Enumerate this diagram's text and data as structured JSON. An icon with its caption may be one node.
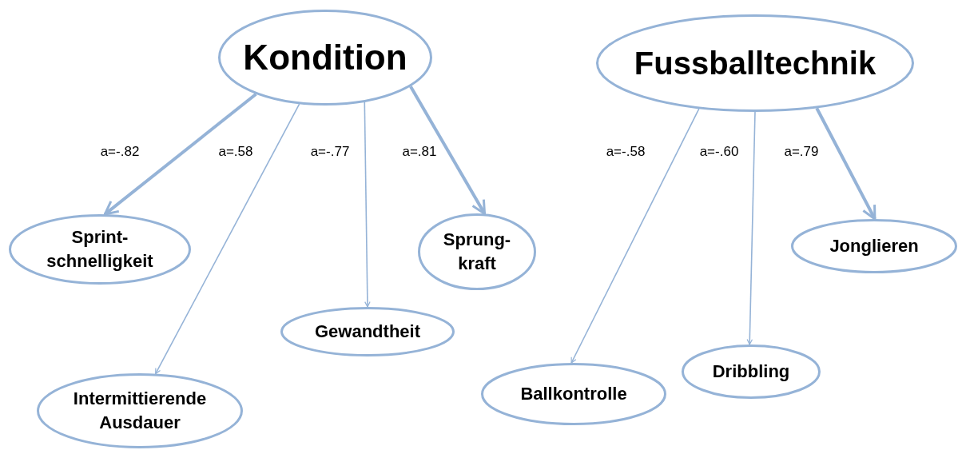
{
  "diagram": {
    "nodes": [
      {
        "text": [
          "Kondition"
        ]
      },
      {
        "text": [
          "Fussballtechnik"
        ]
      },
      {
        "text": [
          "Sprint- schnelligkeit"
        ]
      },
      {
        "text": [
          "Intermittierende Ausdauer"
        ]
      },
      {
        "text": [
          "Gewandtheit"
        ]
      },
      {
        "text": [
          "Sprung- kraft"
        ]
      },
      {
        "text": [
          "Ballkontrolle"
        ]
      },
      {
        "text": [
          "Dribbling"
        ]
      },
      {
        "text": [
          "Jonglieren"
        ]
      }
    ],
    "edges": [
      {
        "from": 0,
        "to": 2,
        "arrow": "to",
        "label": "a=-.82",
        "style": "thick"
      },
      {
        "from": 0,
        "to": 3,
        "arrow": "to",
        "label": "a=.58"
      },
      {
        "from": 0,
        "to": 4,
        "arrow": "to",
        "label": "a=-.77"
      },
      {
        "from": 0,
        "to": 5,
        "arrow": "to",
        "label": "a=.81",
        "style": "thick"
      },
      {
        "from": 1,
        "to": 6,
        "arrow": "to",
        "label": "a=-.58"
      },
      {
        "from": 1,
        "to": 7,
        "arrow": "to",
        "label": "a=-.60"
      },
      {
        "from": 1,
        "to": 8,
        "arrow": "to",
        "label": "a=.79",
        "style": "thick"
      }
    ]
  }
}
